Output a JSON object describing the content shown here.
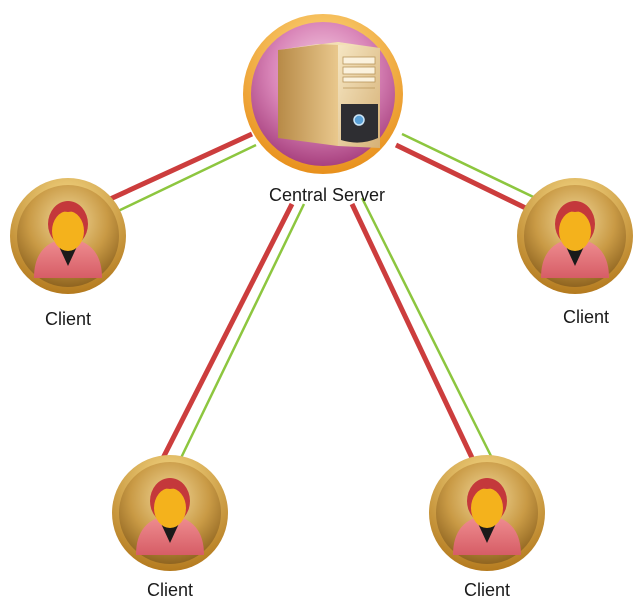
{
  "server": {
    "label": "Central Server",
    "icon": "server-tower-icon"
  },
  "clients": [
    {
      "label": "Client",
      "icon": "user-icon"
    },
    {
      "label": "Client",
      "icon": "user-icon"
    },
    {
      "label": "Client",
      "icon": "user-icon"
    },
    {
      "label": "Client",
      "icon": "user-icon"
    }
  ],
  "colors": {
    "link_primary": "#cc3d3d",
    "link_secondary": "#8dc63f",
    "server_ring": "#f2a92a",
    "client_ring": "#c9952a",
    "server_fill": "#cf6aa6",
    "client_fill": "#b8862f",
    "hair": "#c4383b",
    "face": "#f4b21c",
    "shirt": "#e8727a"
  }
}
